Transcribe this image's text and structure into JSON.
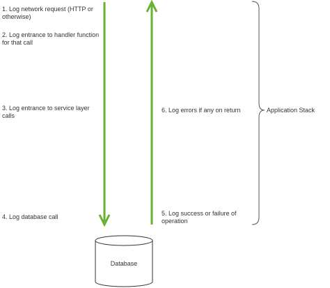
{
  "steps": {
    "step1": "1. Log network request (HTTP or otherwise)",
    "step2": "2. Log entrance to handler function for that call",
    "step3": "3. Log entrance to service layer calls",
    "step4": "4. Log database call",
    "step5": "5. Log success or failure of operation",
    "step6": "6. Log errors if any on return"
  },
  "stack_label": "Application Stack",
  "database_label": "Database",
  "colors": {
    "arrow": "#66b032",
    "text": "#333333",
    "outline": "#555555"
  }
}
